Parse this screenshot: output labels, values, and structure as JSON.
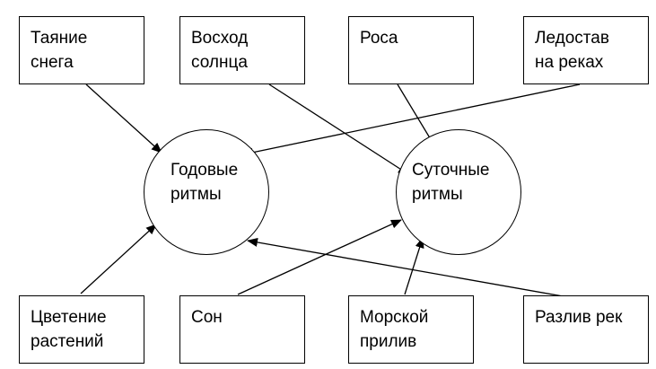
{
  "colors": {
    "stroke": "#000000",
    "background": "#ffffff"
  },
  "cycles": {
    "annual": {
      "lines": [
        "Годовые",
        "ритмы"
      ]
    },
    "daily": {
      "lines": [
        "Суточные",
        "ритмы"
      ]
    }
  },
  "phenomena": {
    "snow_melting": {
      "lines": [
        "Таяние",
        "снега"
      ]
    },
    "sunrise": {
      "lines": [
        "Восход",
        "солнца"
      ]
    },
    "dew": {
      "lines": [
        "Роса"
      ]
    },
    "ice_freeze": {
      "lines": [
        "Ледостав",
        "на реках"
      ]
    },
    "plant_flowering": {
      "lines": [
        "Цветение",
        "растений"
      ]
    },
    "sleep": {
      "lines": [
        "Сон"
      ]
    },
    "sea_tide": {
      "lines": [
        "Морской",
        "прилив"
      ]
    },
    "river_flood": {
      "lines": [
        "Разлив рек"
      ]
    }
  },
  "edges": [
    {
      "from": "snow_melting",
      "to": "annual"
    },
    {
      "from": "sunrise",
      "to": "daily"
    },
    {
      "from": "dew",
      "to": "daily"
    },
    {
      "from": "ice_freeze",
      "to": "annual"
    },
    {
      "from": "plant_flowering",
      "to": "annual"
    },
    {
      "from": "sleep",
      "to": "daily"
    },
    {
      "from": "sea_tide",
      "to": "daily"
    },
    {
      "from": "river_flood",
      "to": "annual"
    }
  ]
}
